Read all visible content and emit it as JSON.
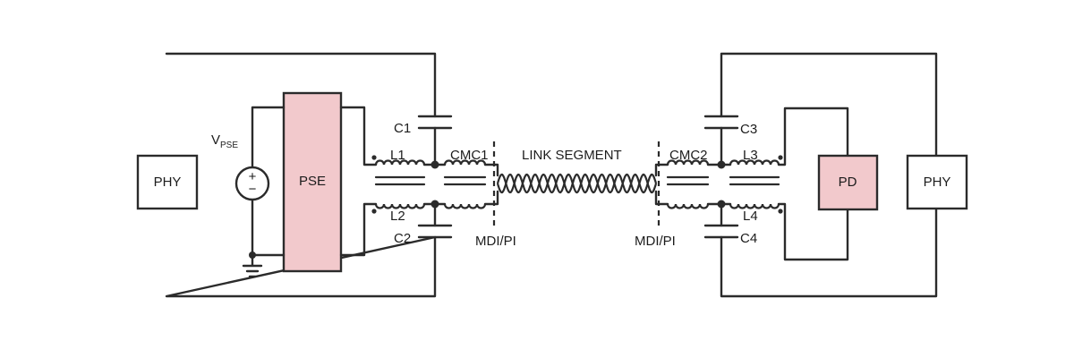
{
  "colors": {
    "line": "#2b2b2b",
    "pse_fill": "#f2c9cc",
    "pd_fill": "#f2c9cc",
    "phy_fill": "#ffffff"
  },
  "blocks": {
    "phy_left": "PHY",
    "pse": "PSE",
    "pd": "PD",
    "phy_right": "PHY"
  },
  "source": {
    "v_main": "V",
    "v_sub": "PSE",
    "polarity_plus": "+",
    "polarity_minus": "−"
  },
  "labels": {
    "c1": "C1",
    "c2": "C2",
    "c3": "C3",
    "c4": "C4",
    "l1": "L1",
    "l2": "L2",
    "l3": "L3",
    "l4": "L4",
    "cmc1": "CMC1",
    "cmc2": "CMC2",
    "link_segment": "LINK SEGMENT",
    "mdi_left": "MDI/PI",
    "mdi_right": "MDI/PI"
  }
}
